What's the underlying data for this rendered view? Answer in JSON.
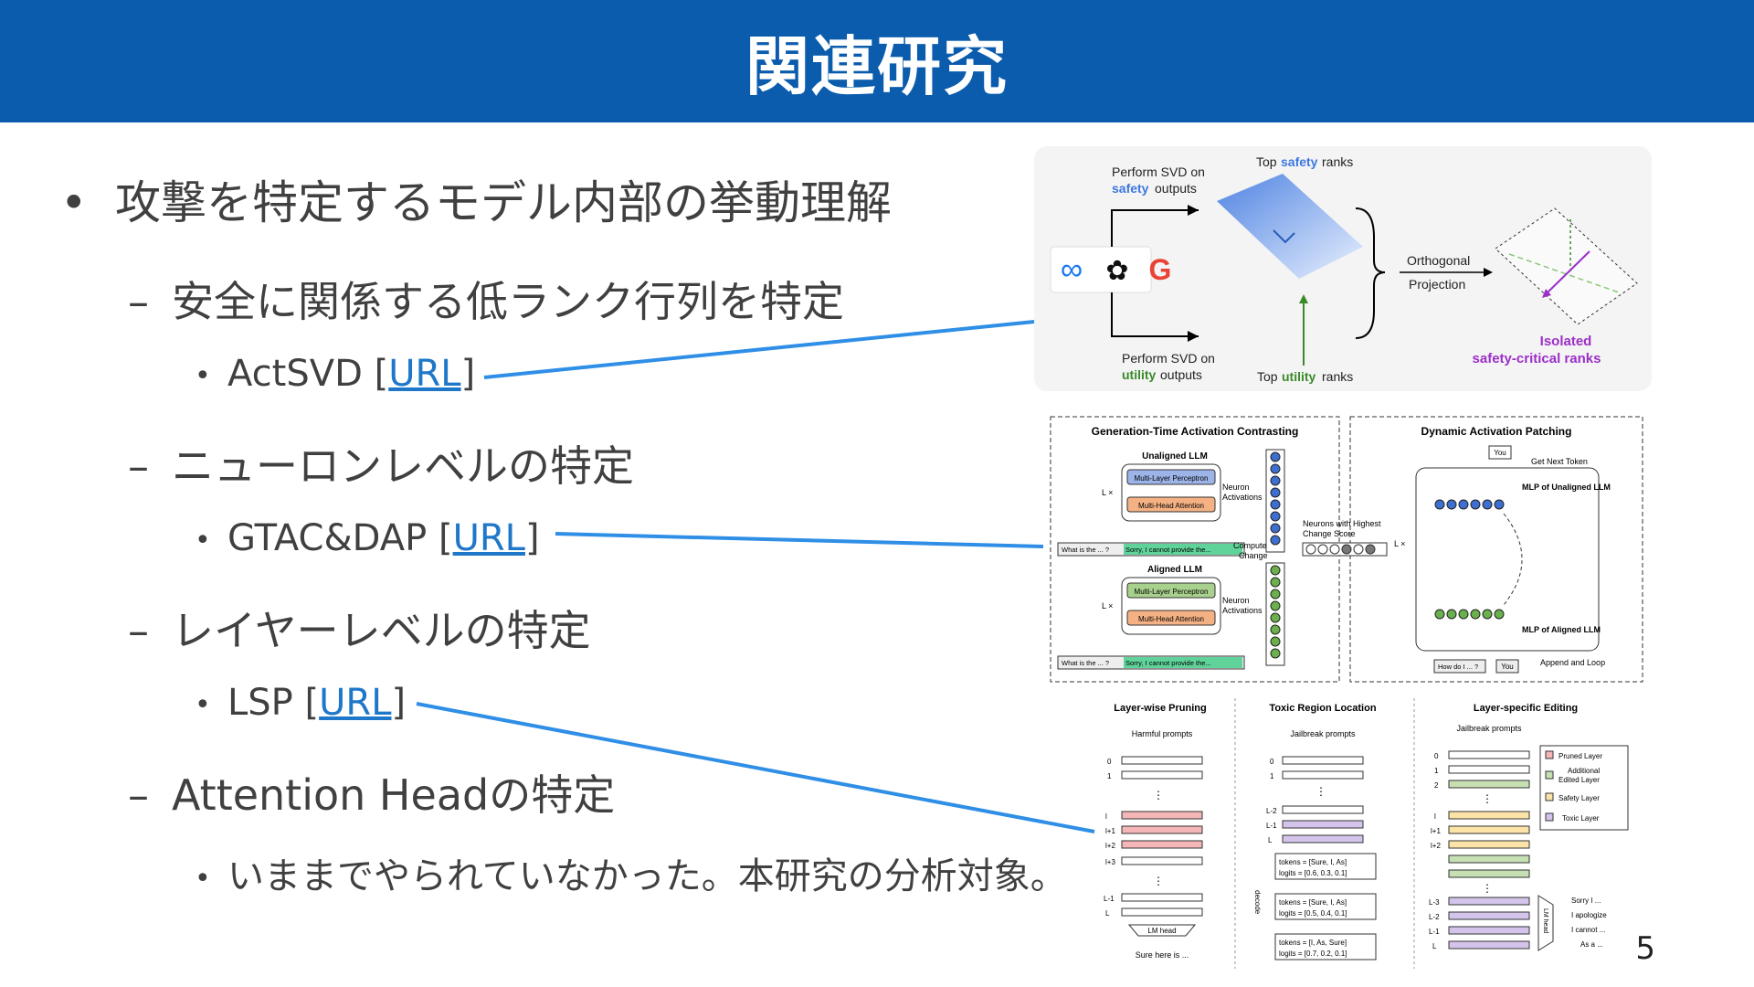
{
  "title": "関連研究",
  "bullets": {
    "main": "攻撃を特定するモデル内部の挙動理解",
    "sub1": "安全に関係する低ランク行列を特定",
    "ref1_name": "ActSVD",
    "sub2": "ニューロンレベルの特定",
    "ref2_name": "GTAC&DAP",
    "sub3": "レイヤーレベルの特定",
    "ref3_name": "LSP",
    "sub4": "Attention Headの特定",
    "sub4_note": "いままでやられていなかった。本研究の分析対象。",
    "url_label": "URL",
    "dash": "–",
    "dot": "•"
  },
  "page_number": "5",
  "figure1": {
    "svd_safety_1": "Perform SVD on",
    "svd_safety_2": "safety",
    "svd_safety_3": "outputs",
    "top_safety_1": "Top",
    "top_safety_2": "safety",
    "top_safety_3": "ranks",
    "orthogonal": "Orthogonal",
    "projection": "Projection",
    "isolated_1": "Isolated",
    "isolated_2": "safety-critical ranks",
    "svd_utility_1": "Perform SVD on",
    "svd_utility_2": "utility",
    "svd_utility_3": "outputs",
    "top_utility_1": "Top",
    "top_utility_2": "utility",
    "top_utility_3": "ranks",
    "logo_meta": "∞",
    "logo_openai": "✿",
    "logo_google": "G"
  },
  "figure2": {
    "left_title": "Generation-Time Activation Contrasting",
    "right_title": "Dynamic Activation Patching",
    "unaligned": "Unaligned LLM",
    "aligned": "Aligned LLM",
    "mlp": "Multi-Layer Perceptron",
    "mha": "Multi-Head Attention",
    "lx": "L ×",
    "neuron_act_1": "Neuron",
    "neuron_act_2": "Activations",
    "compute_1": "Compute",
    "compute_2": "Change",
    "neurons_highest_1": "Neurons with Highest",
    "neurons_highest_2": "Change Score",
    "prompt_1": "What is the ... ?",
    "prompt_2": "Sorry, I cannot provide the...",
    "you": "You",
    "get_next": "Get Next Token",
    "mlp_unaligned": "MLP of Unaligned LLM",
    "mlp_aligned": "MLP of Aligned LLM",
    "append_loop": "Append and Loop",
    "how": "How do I ... ?"
  },
  "figure3": {
    "col1_title": "Layer-wise Pruning",
    "col2_title": "Toxic Region Location",
    "col3_title": "Layer-specific Editing",
    "harmful": "Harmful prompts",
    "jailbreak": "Jailbreak prompts",
    "lm_head": "LM head",
    "sure": "Sure here is ...",
    "decode": "decode",
    "tok1_a": "tokens = [Sure, I, As]",
    "tok1_b": "logits = [0.6, 0.3, 0.1]",
    "tok2_a": "tokens = [Sure, I, As]",
    "tok2_b": "logits = [0.5, 0.4, 0.1]",
    "tok3_a": "tokens = [I, As, Sure]",
    "tok3_b": "logits = [0.7, 0.2, 0.1]",
    "legend_pruned": "Pruned Layer",
    "legend_edited_1": "Additional",
    "legend_edited_2": "Edited Layer",
    "legend_safety": "Safety Layer",
    "legend_toxic": "Toxic Layer",
    "out_1": "Sorry I ...",
    "out_2": "I apologize",
    "out_3": "I cannot ...",
    "out_4": "As a ...",
    "lm_head_v": "LM head",
    "lbl_0": "0",
    "lbl_1": "1",
    "lbl_2": "2",
    "lbl_l": "l",
    "lbl_l1": "l+1",
    "lbl_l2": "l+2",
    "lbl_l3": "l+3",
    "lbl_L": "L",
    "lbl_L1": "L-1",
    "lbl_L2": "L-2",
    "lbl_L3": "L-3",
    "vdots": "⋮"
  }
}
